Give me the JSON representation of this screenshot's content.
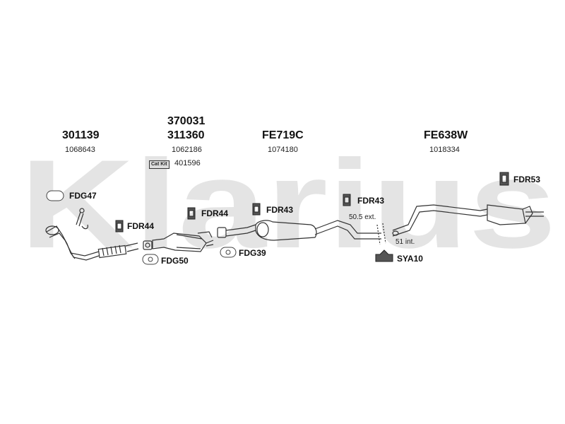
{
  "watermark": {
    "brand": "Klarius"
  },
  "headers": [
    {
      "code": "301139",
      "ref": "1068643"
    },
    {
      "code_top": "370031",
      "code": "311360",
      "ref": "1062186"
    },
    {
      "code": "FE719C",
      "ref": "1074180"
    },
    {
      "code": "FE638W",
      "ref": "1018334"
    }
  ],
  "catkit": {
    "badge": "Cat Kit",
    "ref": "401596"
  },
  "parts": {
    "fdg47": "FDG47",
    "fdr44_a": "FDR44",
    "fdr44_b": "FDR44",
    "fdr43_a": "FDR43",
    "fdr43_b": "FDR43",
    "fdr53": "FDR53",
    "fdg50": "FDG50",
    "fdg39": "FDG39",
    "sya10": "SYA10"
  },
  "measurements": {
    "ext": "50.5 ext.",
    "int": "51 int."
  }
}
